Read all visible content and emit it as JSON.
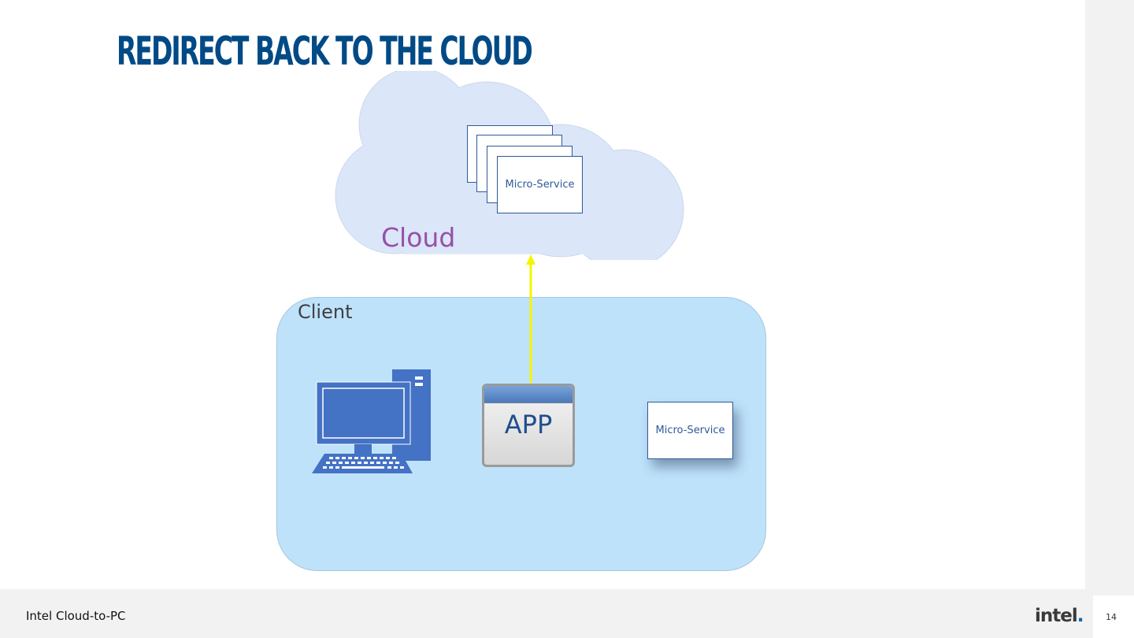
{
  "slide": {
    "title": "REDIRECT BACK TO THE CLOUD",
    "page_number": "14"
  },
  "footer": {
    "text": "Intel Cloud-to-PC",
    "logo_text": "intel",
    "logo_dot": "."
  },
  "cloud": {
    "label": "Cloud",
    "fill_color": "#dbe6f8",
    "label_color": "#9650a8",
    "microservice_label": "Micro-Service"
  },
  "client": {
    "label": "Client",
    "fill_color": "#bfe2fb",
    "app_label": "APP",
    "microservice_label": "Micro-Service",
    "computer_icon": "desktop-computer-icon"
  },
  "connection": {
    "direction": "app-to-cloud",
    "color": "#f5f500"
  },
  "colors": {
    "title": "#004a86",
    "accent": "#2e5a99",
    "computer": "#4472c4"
  }
}
